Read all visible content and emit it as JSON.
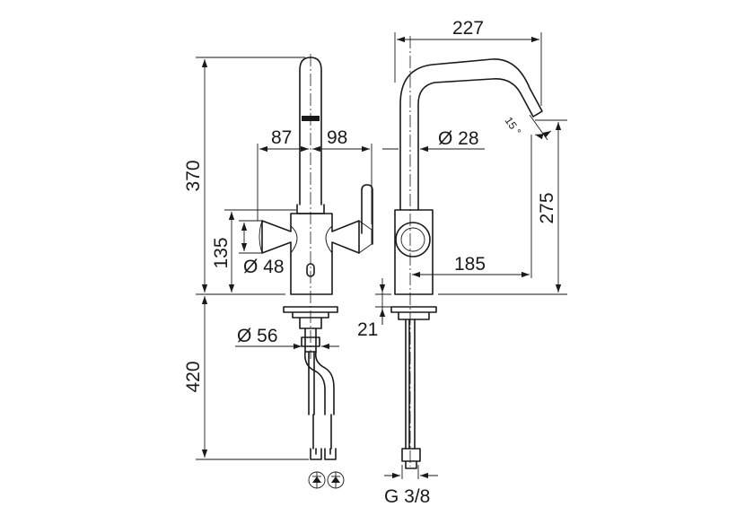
{
  "dimensions": {
    "total_width": "227",
    "spout_height": "275",
    "reach": "185",
    "total_height": "370",
    "left_reach": "87",
    "right_reach": "98",
    "column_diameter": "Ø 28",
    "body_height": "135",
    "body_diameter": "Ø 48",
    "hole_diameter": "Ø 56",
    "below_deck": "420",
    "plate_thickness": "21",
    "connection_thread": "G 3/8",
    "spout_angle": "15 °"
  },
  "icons": [
    "check-valve-icon",
    "check-valve-icon"
  ]
}
